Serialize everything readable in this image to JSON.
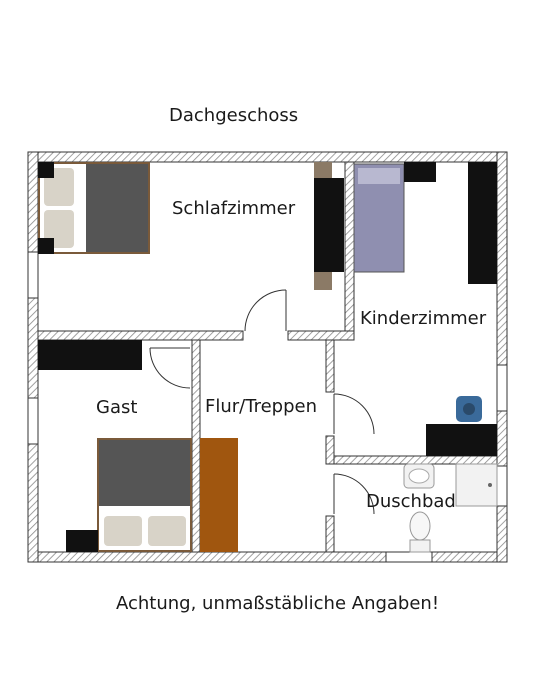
{
  "floor_title": "Dachgeschoss",
  "rooms": {
    "schlafzimmer": "Schlafzimmer",
    "kinderzimmer": "Kinderzimmer",
    "gast": "Gast",
    "flur": "Flur/Treppen",
    "duschbad": "Duschbad"
  },
  "disclaimer": "Achtung, unmaßstäbliche Angaben!",
  "colors": {
    "wall_stroke": "#333333",
    "wall_hatch": "#8a8a8a",
    "furniture_dark": "#111111",
    "bed_cover": "#555555",
    "bed_frame": "#7a5a3a",
    "pillow": "#d8d3c8",
    "stairs": "#a0560f",
    "chair": "#3a6a9a",
    "curtain": "#8b7a66",
    "child_bed": "#8f8fb0",
    "bath_fixture": "#f2f2f2"
  }
}
